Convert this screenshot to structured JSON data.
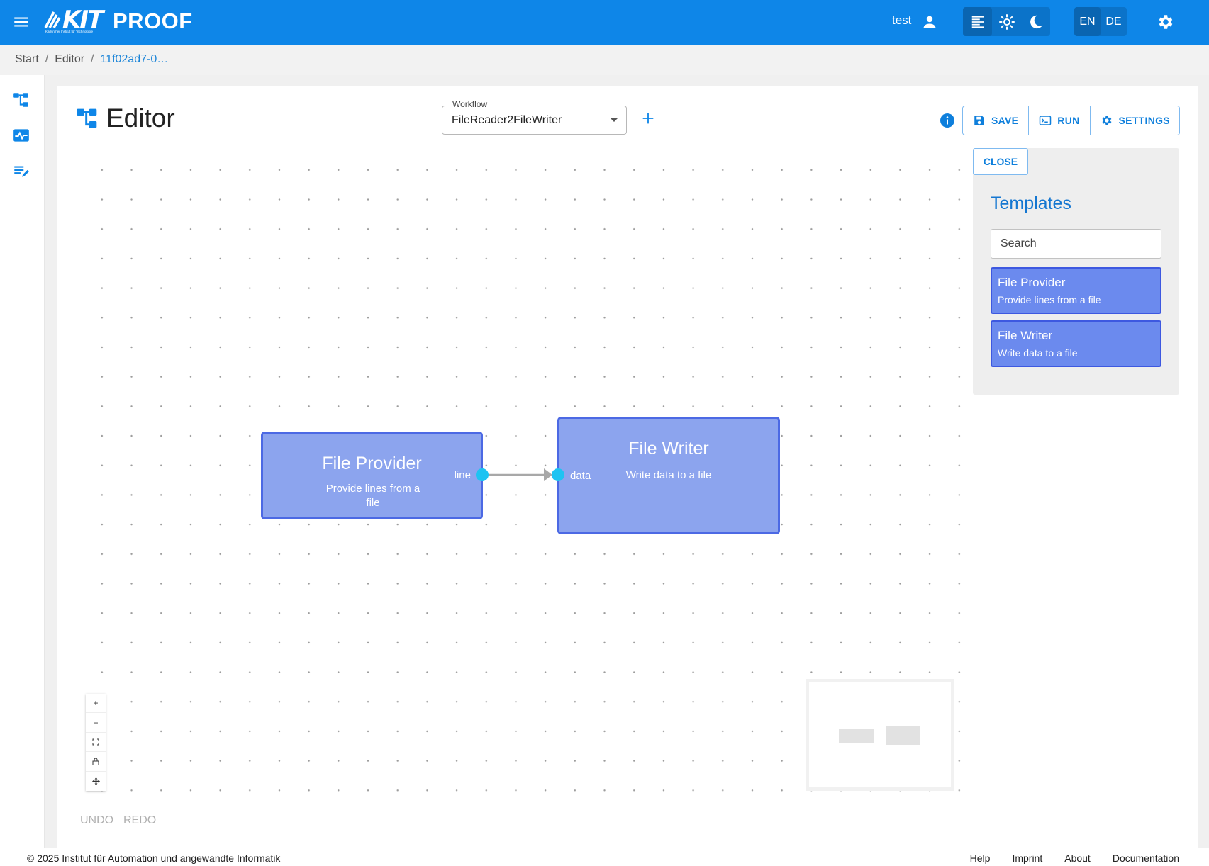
{
  "header": {
    "logo_text": "KIT",
    "logo_subtext": "Karlsruher Institut für Technologie",
    "app_title": "PROOF",
    "user_name": "test",
    "lang_en": "EN",
    "lang_de": "DE",
    "icons": [
      "menu-icon",
      "user-icon",
      "text-align-icon",
      "sun-icon",
      "moon-icon",
      "gear-icon"
    ]
  },
  "breadcrumb": {
    "start": "Start",
    "editor": "Editor",
    "current": "11f02ad7-0…",
    "separator": "/"
  },
  "page": {
    "title": "Editor"
  },
  "workflow": {
    "label": "Workflow",
    "selected": "FileReader2FileWriter"
  },
  "toolbar": {
    "save_label": "SAVE",
    "run_label": "RUN",
    "settings_label": "SETTINGS"
  },
  "nodes": {
    "provider": {
      "title": "File Provider",
      "desc": "Provide lines from a file",
      "port": "line"
    },
    "writer": {
      "title": "File Writer",
      "desc": "Write data to a file",
      "port": "data"
    }
  },
  "zoom_controls": {
    "zoom_in": "+",
    "zoom_out": "−",
    "fit": "⛶",
    "lock": "🔒",
    "move": "✥"
  },
  "history": {
    "undo_label": "UNDO",
    "redo_label": "REDO"
  },
  "templates": {
    "close_label": "CLOSE",
    "title": "Templates",
    "search_placeholder": "Search",
    "items": [
      {
        "title": "File Provider",
        "desc": "Provide lines from a file"
      },
      {
        "title": "File Writer",
        "desc": "Write data to a file"
      }
    ]
  },
  "footer": {
    "copyright": "© 2025 Institut für Automation und angewandte Informatik",
    "help": "Help",
    "imprint": "Imprint",
    "about": "About",
    "documentation": "Documentation"
  },
  "colors": {
    "primary": "#0e86e8",
    "node_fill": "#8ca4ee",
    "node_border": "#4c69e4",
    "port": "#1ec3f2",
    "template_fill": "#6b8aee"
  }
}
